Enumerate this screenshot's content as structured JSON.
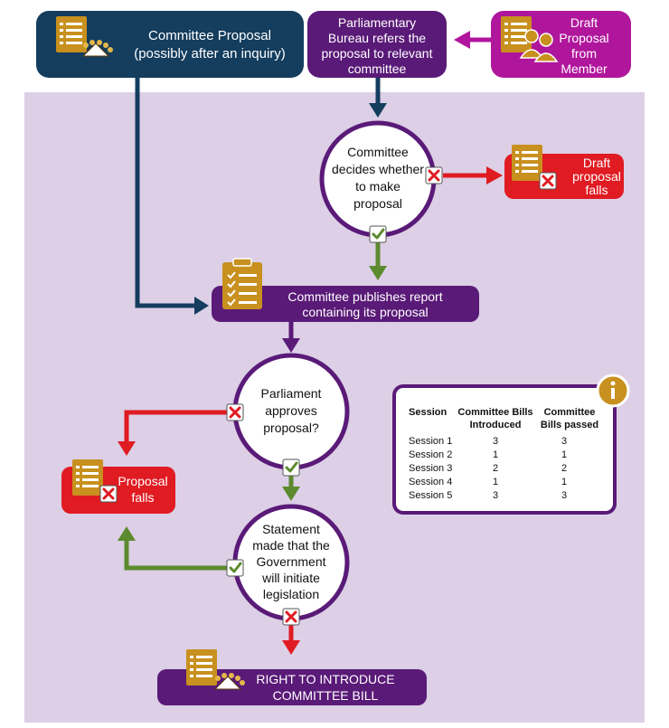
{
  "nodes": {
    "committee_proposal": {
      "line1": "Committee Proposal",
      "line2": "(possibly after an inquiry)"
    },
    "bureau_refers": {
      "line1": "Parliamentary",
      "line2": "Bureau refers the",
      "line3": "proposal to relevant",
      "line4": "committee"
    },
    "draft_from_member": {
      "line1": "Draft",
      "line2": "Proposal",
      "line3": "from",
      "line4": "Member"
    },
    "committee_decides": {
      "line1": "Committee",
      "line2": "decides whether",
      "line3": "to make",
      "line4": "proposal"
    },
    "draft_falls": {
      "line1": "Draft",
      "line2": "proposal",
      "line3": "falls"
    },
    "report_published": {
      "line1": "Committee publishes report",
      "line2": "containing its proposal"
    },
    "parliament_approves": {
      "line1": "Parliament",
      "line2": "approves",
      "line3": "proposal?"
    },
    "proposal_falls": {
      "line1": "Proposal",
      "line2": "falls"
    },
    "government_statement": {
      "line1": "Statement",
      "line2": "made that the",
      "line3": "Government",
      "line4": "will initiate",
      "line5": "legislation"
    },
    "right_to_introduce": {
      "line1": "RIGHT TO INTRODUCE",
      "line2": "COMMITTEE BILL"
    }
  },
  "info_box": {
    "icon": "info-icon",
    "headers": {
      "session": "Session",
      "introduced_1": "Committee Bills",
      "introduced_2": "Introduced",
      "passed_1": "Committee",
      "passed_2": "Bills passed"
    },
    "rows": [
      {
        "session": "Session 1",
        "introduced": "3",
        "passed": "3"
      },
      {
        "session": "Session 2",
        "introduced": "1",
        "passed": "1"
      },
      {
        "session": "Session 3",
        "introduced": "2",
        "passed": "2"
      },
      {
        "session": "Session 4",
        "introduced": "1",
        "passed": "1"
      },
      {
        "session": "Session 5",
        "introduced": "3",
        "passed": "3"
      }
    ]
  },
  "colors": {
    "navy": "#143d5e",
    "purple": "#5a1a78",
    "magenta": "#b0169c",
    "red": "#e01b22",
    "green": "#5c8a2e",
    "gold": "#c8901e",
    "lilac": "#dccfe6"
  }
}
